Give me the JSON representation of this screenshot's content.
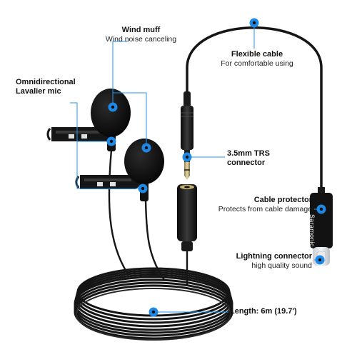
{
  "callouts": {
    "wind_muff": {
      "title": "Wind muff",
      "subtitle": "Wind noise canceling"
    },
    "flexible_cable": {
      "title": "Flexible cable",
      "subtitle": "For comfortable using"
    },
    "lavalier_mic": {
      "title": "Omnidirectional Lavalier mic"
    },
    "trs_connector": {
      "title": "3.5mm TRS connector"
    },
    "cable_protector": {
      "title": "Cable protector",
      "subtitle": "Protects from cable damage"
    },
    "lightning_connector": {
      "title": "Lightning connector",
      "subtitle": "high quality sound"
    },
    "length": {
      "title": "Length: 6m (19.7')"
    }
  },
  "product": {
    "brand": "Saramonic"
  },
  "colors": {
    "marker": "#1e88e5",
    "leader_line": "#2196f3",
    "product_black": "#141414",
    "connector_metal": "#c9b27a"
  }
}
